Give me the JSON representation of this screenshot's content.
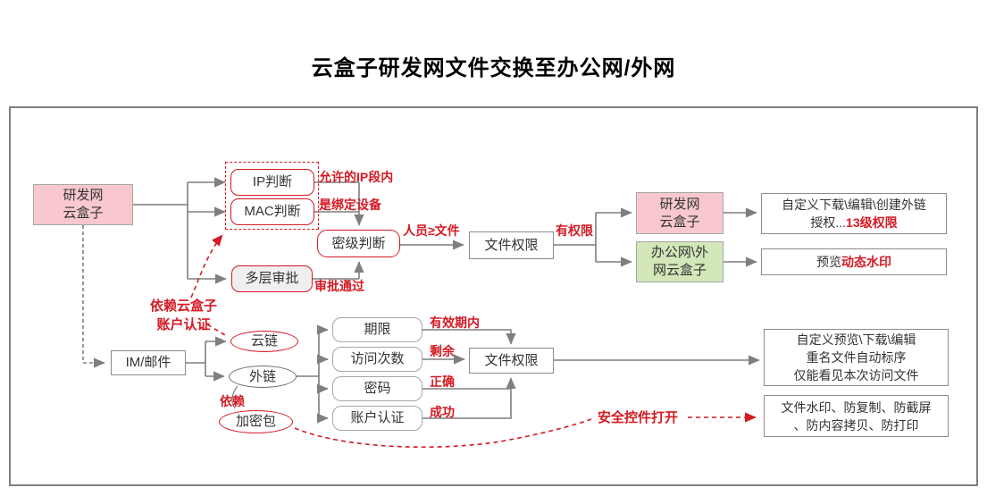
{
  "title": "云盒子研发网文件交换至办公网/外网",
  "colors": {
    "pink": "#F8C8CE",
    "green": "#D3E7B9",
    "red": "#D41A23",
    "line": "#7F7F7F",
    "border": "#A6A6A6",
    "grayfill": "#EFEFEF"
  },
  "nodes": {
    "rnd_left": {
      "line1": "研发网",
      "line2": "云盒子"
    },
    "ip": {
      "label": "IP判断"
    },
    "mac": {
      "label": "MAC判断"
    },
    "multi_approval": {
      "label": "多层审批"
    },
    "secret_check": {
      "label": "密级判断"
    },
    "file_perm_top": {
      "label": "文件权限"
    },
    "rnd_right": {
      "line1": "研发网",
      "line2": "云盒子"
    },
    "office_net": {
      "line1": "办公网\\外",
      "line2": "网云盒子"
    },
    "custom_download": {
      "line1": "自定义下载\\编辑\\创建外链",
      "line2_black": "授权...",
      "line2_red": "13级权限"
    },
    "preview": {
      "black": "预览",
      "red": "动态水印"
    },
    "im_mail": {
      "label": "IM/邮件"
    },
    "cloud_link": {
      "label": "云链"
    },
    "ext_link": {
      "label": "外链"
    },
    "enc_pkg": {
      "label": "加密包"
    },
    "duration": {
      "label": "期限"
    },
    "visit_count": {
      "label": "访问次数"
    },
    "password": {
      "label": "密码"
    },
    "account_auth": {
      "label": "账户认证"
    },
    "file_perm_bottom": {
      "label": "文件权限"
    },
    "custom_preview": {
      "line1": "自定义预览\\下载\\编辑",
      "line2": "重名文件自动标序",
      "line3": "仅能看见本次访问文件"
    },
    "watermark": {
      "line1": "文件水印、防复制、防截屏",
      "line2": "、防内容拷贝、防打印"
    }
  },
  "labels": {
    "allow_ip": "允许的IP段内",
    "bind_device": "是绑定设备",
    "person_gte_file": "人员≥文件",
    "has_perm": "有权限",
    "approval_pass": "审批通过",
    "depend_line1": "依赖云盒子",
    "depend_line2": "账户认证",
    "depend": "依赖",
    "valid_period": "有效期内",
    "remaining": "剩余",
    "correct": "正确",
    "success": "成功",
    "security_open": "安全控件打开"
  }
}
